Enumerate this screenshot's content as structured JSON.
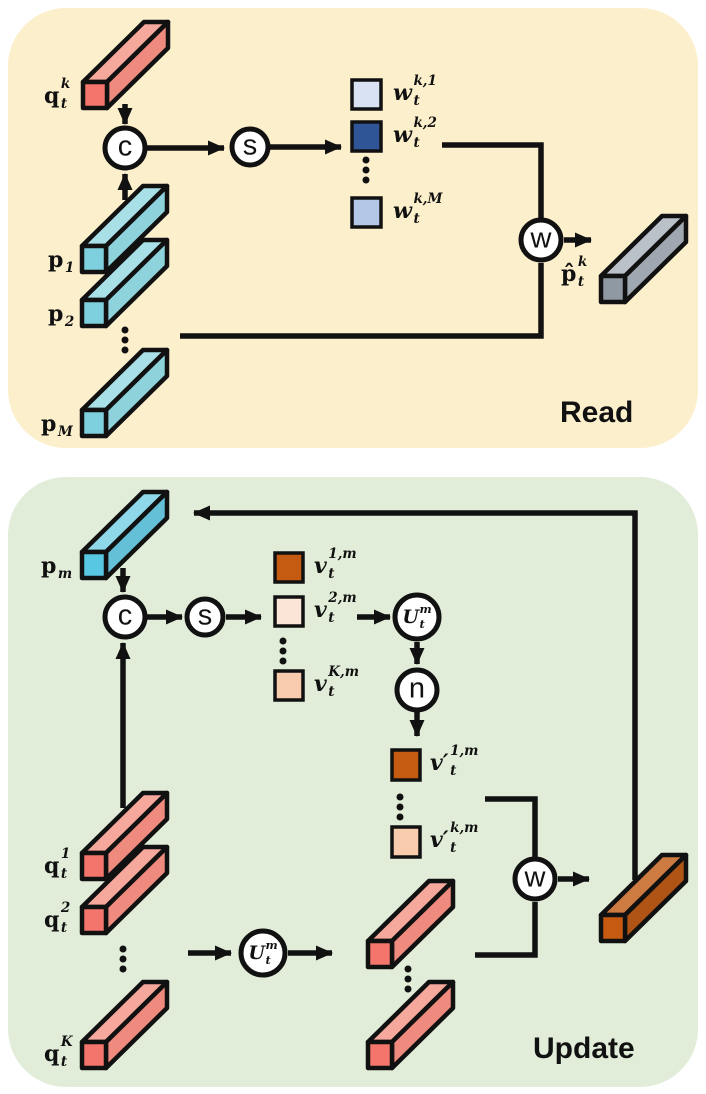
{
  "colors": {
    "panel_read_bg": "#FCEFCB",
    "panel_update_bg": "#E1EDD9",
    "outline": "#111111",
    "bar_red_front": "#F4756B",
    "bar_red_top": "#F6A89C",
    "bar_red_side": "#EF8B7E",
    "bar_teal_front": "#7FD0DE",
    "bar_teal_top": "#A9E0E7",
    "bar_teal_side": "#8ED2DC",
    "bar_cyan_front": "#57C7E3",
    "bar_cyan_top": "#8ED8E9",
    "bar_cyan_side": "#63C0D6",
    "bar_gray_front": "#8F99A3",
    "bar_gray_top": "#BAC1C8",
    "bar_gray_side": "#9FA8B0",
    "bar_orange_front": "#C65A11",
    "bar_orange_top": "#CE7B42",
    "bar_orange_side": "#B05415",
    "sq_w1": "#D9E2F3",
    "sq_w2": "#2F5597",
    "sq_wM": "#B4C7E7",
    "sq_v1": "#C55A11",
    "sq_v2": "#FBE5D6",
    "sq_vK": "#F8CBAD",
    "sq_vp1": "#C55A11",
    "sq_vpk": "#F8CBAD"
  },
  "read": {
    "title": "Read",
    "query": {
      "base": "q",
      "sup": "k",
      "sub": "t"
    },
    "memory_slots": [
      {
        "base": "p",
        "sup": "",
        "sub": "1"
      },
      {
        "base": "p",
        "sup": "",
        "sub": "2"
      },
      {
        "base": "p",
        "sup": "",
        "sub": "M"
      }
    ],
    "weights": [
      {
        "base": "w",
        "sup": "k,1",
        "sub": "t"
      },
      {
        "base": "w",
        "sup": "k,2",
        "sub": "t"
      },
      {
        "base": "w",
        "sup": "k,M",
        "sub": "t"
      }
    ],
    "output": {
      "base": "p̂",
      "sup": "k",
      "sub": "t"
    },
    "ops": {
      "concat": "c",
      "softmax": "s",
      "weighted_sum": "w"
    }
  },
  "update": {
    "title": "Update",
    "memory_slot": {
      "base": "p",
      "sup": "",
      "sub": "m"
    },
    "scores": [
      {
        "base": "v",
        "sup": "1,m",
        "sub": "t"
      },
      {
        "base": "v",
        "sup": "2,m",
        "sub": "t"
      },
      {
        "base": "v",
        "sup": "K,m",
        "sub": "t"
      }
    ],
    "normalized_scores": [
      {
        "base": "v′",
        "sup": "1,m",
        "sub": "t"
      },
      {
        "base": "v′",
        "sup": "k,m",
        "sub": "t"
      }
    ],
    "queries": [
      {
        "base": "q",
        "sup": "1",
        "sub": "t"
      },
      {
        "base": "q",
        "sup": "2",
        "sub": "t"
      },
      {
        "base": "q",
        "sup": "K",
        "sub": "t"
      }
    ],
    "ops": {
      "concat": "c",
      "softmax": "s",
      "norm": "n",
      "weighted_sum": "w",
      "update_fn": {
        "base": "U",
        "sup": "m",
        "sub": "t"
      }
    }
  }
}
